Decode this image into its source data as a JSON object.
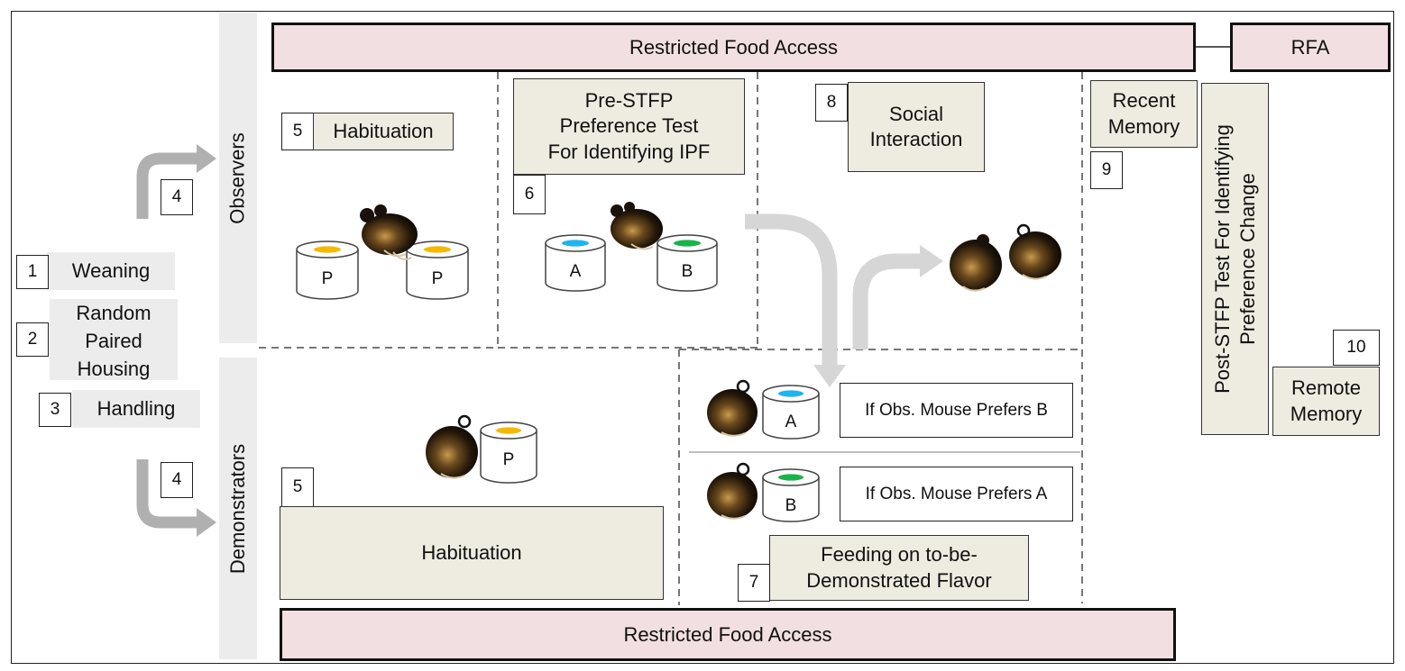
{
  "setup": {
    "step1": {
      "num": "1",
      "label": "Weaning"
    },
    "step2": {
      "num": "2",
      "label_lines": [
        "Random",
        "Paired",
        "Housing"
      ]
    },
    "step3": {
      "num": "3",
      "label": "Handling"
    },
    "step4_num": "4"
  },
  "groups": {
    "observers": "Observers",
    "demonstrators": "Demonstrators"
  },
  "rfa": {
    "top": "Restricted Food Access",
    "bottom": "Restricted Food Access",
    "abbr": "RFA"
  },
  "observers": {
    "step5": {
      "num": "5",
      "label": "Habituation"
    },
    "step6": {
      "num": "6",
      "label_lines": [
        "Pre-STFP",
        "Preference Test",
        "For Identifying IPF"
      ]
    },
    "step8": {
      "num": "8",
      "label_lines": [
        "Social",
        "Interaction"
      ]
    },
    "step9": {
      "num": "9",
      "label_lines": [
        "Recent",
        "Memory"
      ]
    },
    "post_test_lines": [
      "Post-STFP Test For Identifying",
      "Preference Change"
    ],
    "step10": {
      "num": "10",
      "label_lines": [
        "Remote",
        "Memory"
      ]
    }
  },
  "demonstrators": {
    "step5": {
      "num": "5",
      "label": "Habituation"
    },
    "if_prefers_b": "If Obs. Mouse Prefers B",
    "if_prefers_a": "If Obs. Mouse Prefers A",
    "step7": {
      "num": "7",
      "label_lines": [
        "Feeding on to-be-",
        "Demonstrated Flavor"
      ]
    }
  },
  "cups": {
    "obs_left": "P",
    "obs_right": "P",
    "pref_a": "A",
    "pref_b": "B",
    "demo_hab": "P",
    "demo_a": "A",
    "demo_b": "B"
  },
  "colors": {
    "yellow": "#f5b800",
    "blue": "#1eb4ee",
    "green": "#19b34a",
    "pink": "#f2dfe1",
    "beige": "#eeebe1",
    "arrow": "#b0b0b0",
    "arrow_light": "#d6d6d6"
  }
}
